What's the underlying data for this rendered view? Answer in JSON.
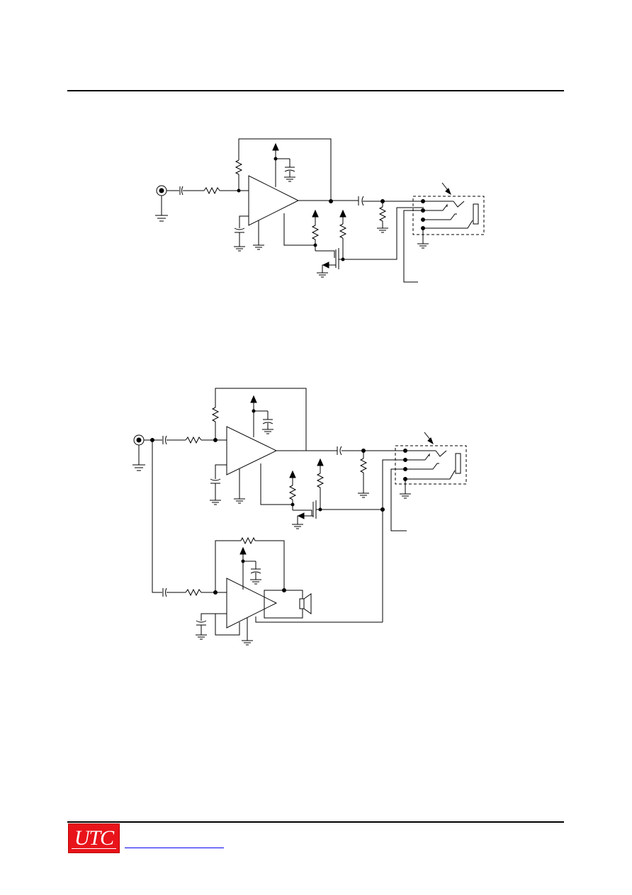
{
  "header": {},
  "diagrams": [
    {
      "id": "single-amp-headphone-circuit"
    },
    {
      "id": "dual-amp-speaker-headphone-circuit"
    }
  ],
  "footer": {
    "logo_text": "UTC",
    "website_link": ""
  },
  "colors": {
    "logo_background": "#e8141a",
    "logo_text": "#ffffff",
    "link": "#0000ee",
    "rule": "#000000"
  }
}
